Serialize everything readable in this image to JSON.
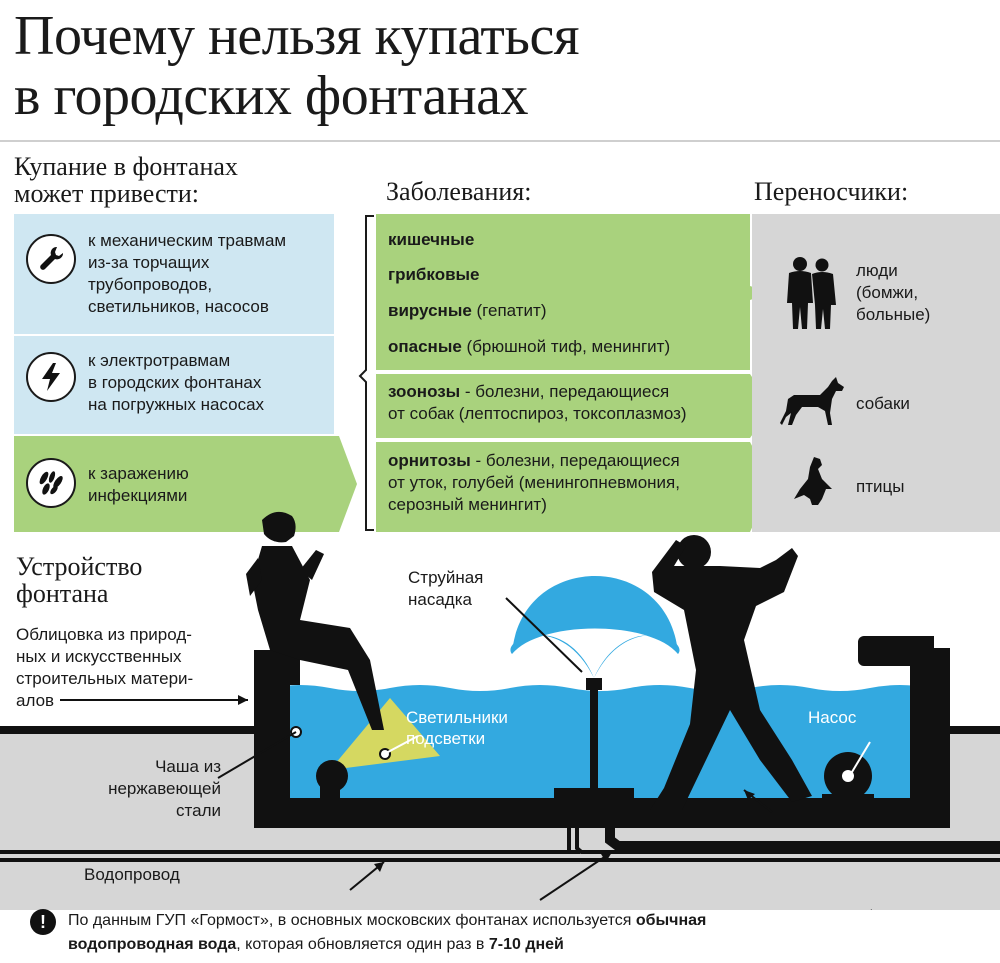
{
  "title": {
    "line1": "Почему нельзя купаться",
    "line2": "в городских фонтанах"
  },
  "risks": {
    "heading_line1": "Купание в фонтанах",
    "heading_line2": "может привести:",
    "items": [
      {
        "icon": "wrench-icon",
        "lines": [
          "к механическим травмам",
          "из-за торчащих",
          "трубопроводов,",
          "светильников, насосов"
        ]
      },
      {
        "icon": "lightning-icon",
        "lines": [
          "к электротравмам",
          "в городских фонтанах",
          "на погружных насосах"
        ]
      },
      {
        "icon": "germs-icon",
        "lines": [
          "к заражению",
          "инфекциями"
        ]
      }
    ]
  },
  "diseases": {
    "heading": "Заболевания:",
    "group1": [
      {
        "bold": "кишечные",
        "rest": ""
      },
      {
        "bold": "грибковые",
        "rest": ""
      },
      {
        "bold": "вирусные",
        "rest": " (гепатит)"
      },
      {
        "bold": "опасные",
        "rest": " (брюшной тиф, менингит)"
      }
    ],
    "group2": {
      "bold": "зоонозы",
      "rest": " - болезни, передающиеся",
      "line2": "от собак (лептоспироз, токсоплазмоз)"
    },
    "group3": {
      "bold": "орнитозы",
      "rest": " - болезни, передающиеся",
      "line2": "от уток, голубей (менингопневмония,",
      "line3": "серозный менингит)"
    }
  },
  "carriers": {
    "heading": "Переносчики:",
    "people": {
      "icon": "people-icon",
      "lines": [
        "люди",
        "(бомжи,",
        "больные)"
      ]
    },
    "dogs": {
      "icon": "dog-icon",
      "label": "собаки"
    },
    "birds": {
      "icon": "bird-icon",
      "label": "птицы"
    }
  },
  "device": {
    "heading_line1": "Устройство",
    "heading_line2": "фонтана",
    "cladding": [
      "Облицовка из природ-",
      "ных и искусственных",
      "строительных матери-",
      "алов"
    ],
    "bowl": [
      "Чаша из",
      "нержавеющей",
      "стали"
    ],
    "pipe": "Водопровод",
    "nozzle": [
      "Струйная",
      "насадка"
    ],
    "lights": [
      "Светильники",
      "подсветки"
    ],
    "pump": "Насос"
  },
  "footnote": {
    "p1": "По данным ГУП «Гормост», в основных московских фонтанах используется ",
    "b1": "обычная",
    "b2": "водопроводная вода",
    "p2": ", которая обновляется один раз в ",
    "b3": "7-10 дней"
  },
  "colors": {
    "blue_panel": "#cfe7f2",
    "green_panel": "#a9d27d",
    "gray_panel": "#d6d6d6",
    "water": "#33a9e0",
    "silhouette": "#111111"
  }
}
